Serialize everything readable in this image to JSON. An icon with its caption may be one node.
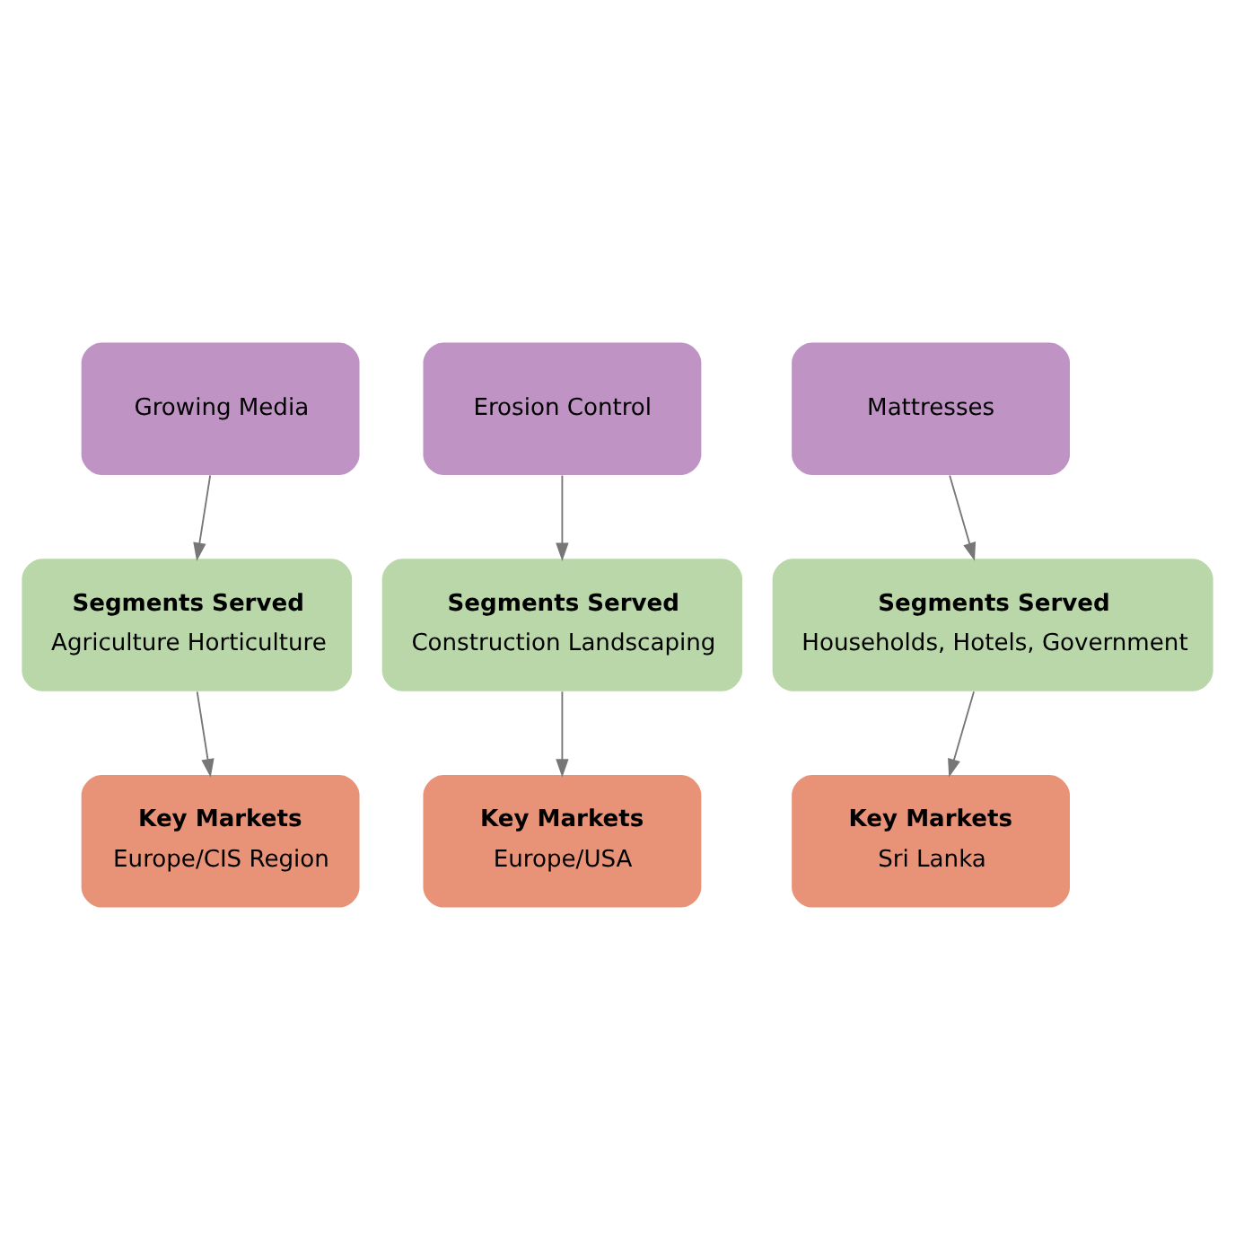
{
  "diagram": {
    "nodes": [
      {
        "text": [
          "Growing Media"
        ]
      },
      {
        "text": [
          "Erosion Control"
        ]
      },
      {
        "text": [
          "Mattresses"
        ]
      },
      {
        "text": [
          "Segments Served",
          "Agriculture Horticulture"
        ]
      },
      {
        "text": [
          "Segments Served",
          "Construction Landscaping"
        ]
      },
      {
        "text": [
          "Segments Served",
          "Households, Hotels, Government"
        ]
      },
      {
        "text": [
          "Key Markets",
          "Europe/CIS Region"
        ]
      },
      {
        "text": [
          "Key Markets",
          "Europe/USA"
        ]
      },
      {
        "text": [
          "Key Markets",
          "Sri Lanka"
        ]
      }
    ],
    "edges": [
      {
        "from": 0,
        "to": 3,
        "arrow": "to"
      },
      {
        "from": 1,
        "to": 4,
        "arrow": "to"
      },
      {
        "from": 2,
        "to": 5,
        "arrow": "to"
      },
      {
        "from": 3,
        "to": 6,
        "arrow": "to"
      },
      {
        "from": 4,
        "to": 7,
        "arrow": "to"
      },
      {
        "from": 5,
        "to": 8,
        "arrow": "to"
      }
    ]
  }
}
